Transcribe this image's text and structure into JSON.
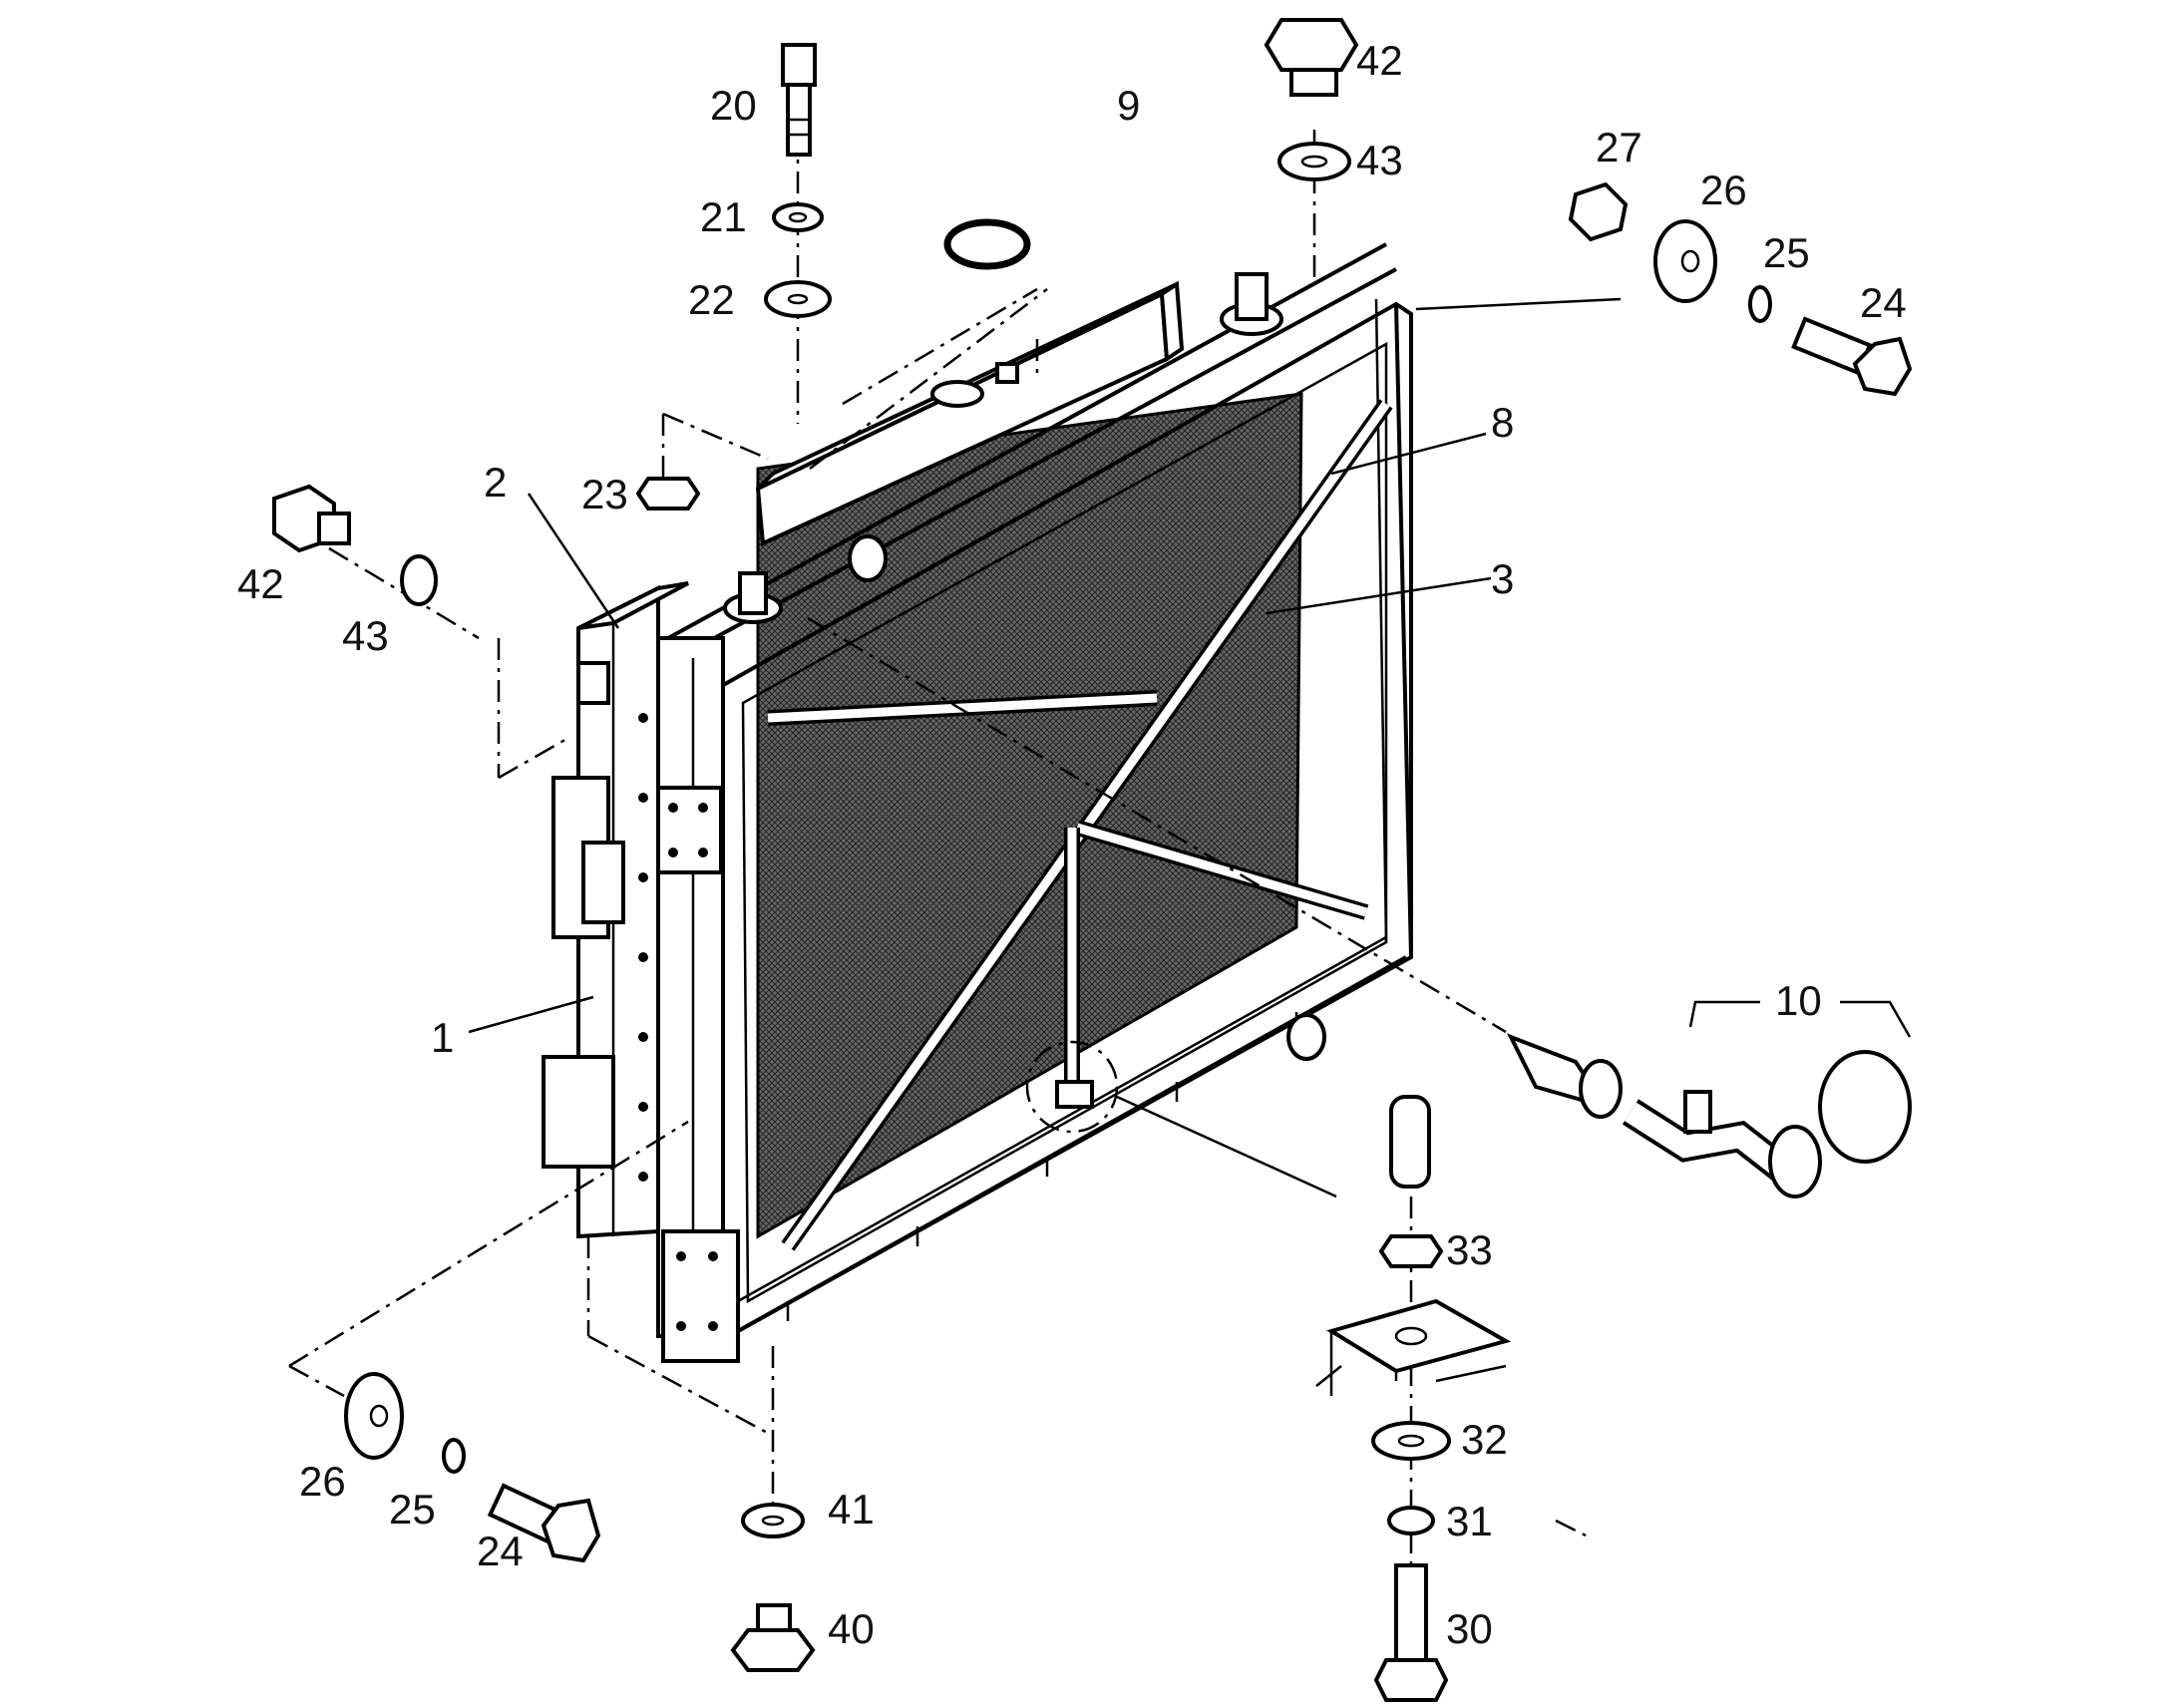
{
  "diagram": {
    "colors": {
      "line": "#000000",
      "mesh": "#555555",
      "background": "#ffffff"
    },
    "callouts": [
      {
        "id": "c-20-top",
        "text": "20"
      },
      {
        "id": "c-21",
        "text": "21"
      },
      {
        "id": "c-22",
        "text": "22"
      },
      {
        "id": "c-9",
        "text": "9"
      },
      {
        "id": "c-42-top",
        "text": "42"
      },
      {
        "id": "c-43-top",
        "text": "43"
      },
      {
        "id": "c-27",
        "text": "27"
      },
      {
        "id": "c-26-top",
        "text": "26"
      },
      {
        "id": "c-25-top",
        "text": "25"
      },
      {
        "id": "c-24-top",
        "text": "24"
      },
      {
        "id": "c-8",
        "text": "8"
      },
      {
        "id": "c-3",
        "text": "3"
      },
      {
        "id": "c-23",
        "text": "23"
      },
      {
        "id": "c-2",
        "text": "2"
      },
      {
        "id": "c-42-left",
        "text": "42"
      },
      {
        "id": "c-43-left",
        "text": "43"
      },
      {
        "id": "c-1",
        "text": "1"
      },
      {
        "id": "c-10",
        "text": "10"
      },
      {
        "id": "c-33",
        "text": "33"
      },
      {
        "id": "c-32",
        "text": "32"
      },
      {
        "id": "c-31",
        "text": "31"
      },
      {
        "id": "c-30",
        "text": "30"
      },
      {
        "id": "c-41",
        "text": "41"
      },
      {
        "id": "c-40",
        "text": "40"
      },
      {
        "id": "c-26-bottom",
        "text": "26"
      },
      {
        "id": "c-25-bottom",
        "text": "25"
      },
      {
        "id": "c-24-bottom",
        "text": "24"
      }
    ]
  }
}
